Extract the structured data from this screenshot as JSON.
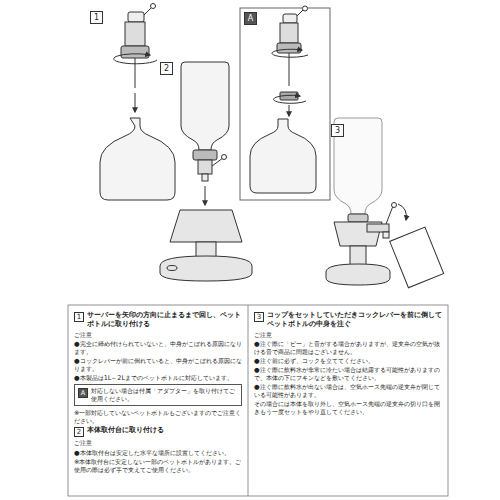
{
  "diagram": {
    "nodes": [
      {
        "text": [
          "1"
        ]
      },
      {
        "text": [
          "2"
        ]
      },
      {
        "text": [
          "A"
        ]
      },
      {
        "text": [
          "3"
        ]
      },
      {
        "text": [
          "1",
          "サーバーを矢印の方向に止まるまで回し、ペットボトルに取り付ける"
        ]
      },
      {
        "text": [
          "A",
          "対応しない場合は付属「アダプター」を取り付けてご使用ください。"
        ]
      },
      {
        "text": [
          "2",
          "本体取付台に取り付ける"
        ]
      },
      {
        "text": [
          "3",
          "コップをセットしていただきコックレバーを前に倒してペットボトルの中身を注ぐ"
        ]
      }
    ],
    "labels": [
      "ご注意",
      "●完全に締め付けられていないと、中身がこぼれる原因になります。",
      "●コックレバーが前に倒れていると、中身がこぼれる原因になります。",
      "●本製品は1L～2Lまでのペットボトルに対応しています。",
      "※一部対応していないペットボトルもございますのでご注意ください。",
      "ご注意",
      "●本体取付台は安定した水平な場所に設置してください。",
      "※本体取付台に安定しない一部のペットボトルがあります。ご使用の際は必ず手で支えてご使用ください。",
      "ご注意",
      "●注ぐ際に「ピー」と音がする場合がありますが、逆支弁の空気が抜ける音で商品に問題はございません。",
      "●注ぐ前に必ず、コックを立ててください。",
      "●注ぐ際に飲料水が非常に冷たい場合は結露する可能性がありますので、本体の下にフキンなどを敷いてください。",
      "●注ぐ際に飲料水が出ない場合は、空気ホース先端の逆支弁が閉じている可能性があります。",
      "その場合には本体を取り外し、空気ホース先端の逆支弁の切り口を開きもう一度セットをやり直してください。"
    ]
  }
}
